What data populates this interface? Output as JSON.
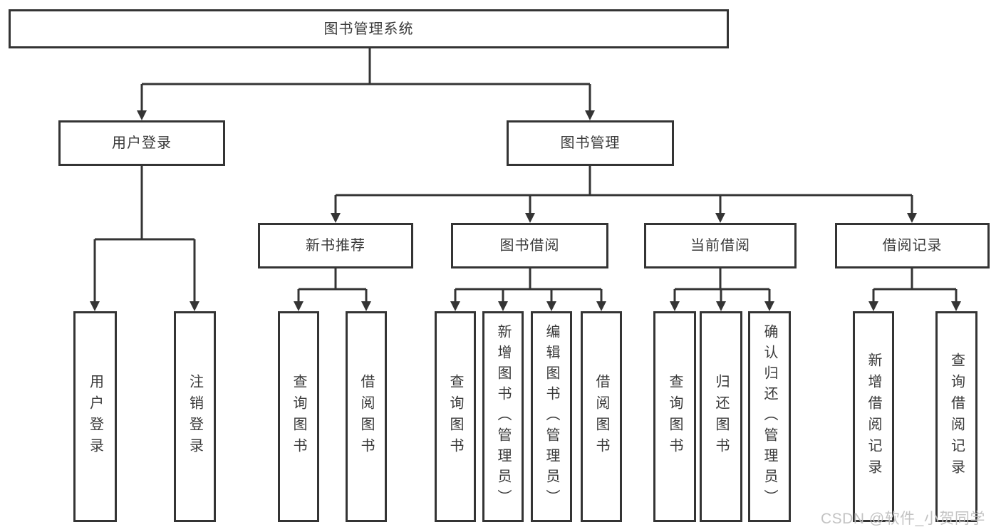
{
  "tree": {
    "label": "图书管理系统",
    "children": [
      {
        "label": "用户登录",
        "children": [
          {
            "label": "用户登录"
          },
          {
            "label": "注销登录"
          }
        ]
      },
      {
        "label": "图书管理",
        "children": [
          {
            "label": "新书推荐",
            "children": [
              {
                "label": "查询图书"
              },
              {
                "label": "借阅图书"
              }
            ]
          },
          {
            "label": "图书借阅",
            "children": [
              {
                "label": "查询图书"
              },
              {
                "label": "新增图书（管理员）"
              },
              {
                "label": "编辑图书（管理员）"
              },
              {
                "label": "借阅图书"
              }
            ]
          },
          {
            "label": "当前借阅",
            "children": [
              {
                "label": "查询图书"
              },
              {
                "label": "归还图书"
              },
              {
                "label": "确认归还（管理员）"
              }
            ]
          },
          {
            "label": "借阅记录",
            "children": [
              {
                "label": "新增借阅记录"
              },
              {
                "label": "查询借阅记录"
              }
            ]
          }
        ]
      }
    ]
  },
  "watermark": "CSDN @软件_小贺同学",
  "colors": {
    "line": "#343434",
    "box_border": "#343434",
    "text": "#3a3a3a",
    "watermark": "#c0c0c0",
    "background": "#ffffff"
  }
}
